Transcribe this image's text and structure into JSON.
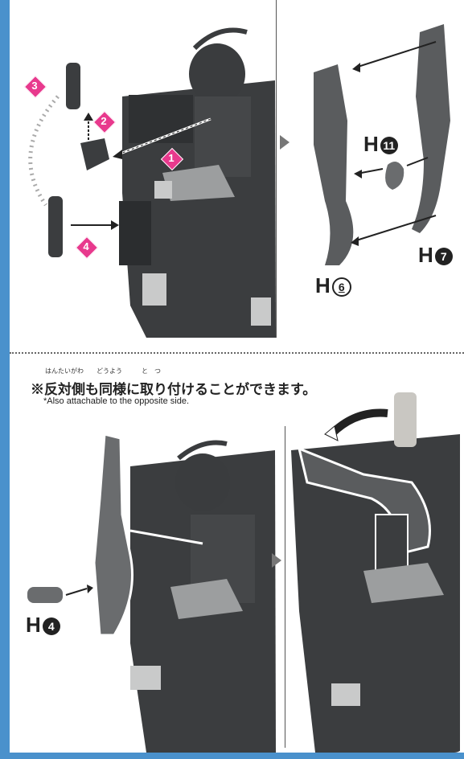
{
  "steps": {
    "s1": "1",
    "s2": "2",
    "s3": "3",
    "s4": "4"
  },
  "parts": {
    "h11_prefix": "H",
    "h11_num": "11",
    "h7_prefix": "H",
    "h7_num": "7",
    "h6_prefix": "H",
    "h6_num": "6",
    "h4_prefix": "H",
    "h4_num": "4"
  },
  "note": {
    "ruby": "はんたいがわ　　どうよう　　　と　つ",
    "jp": "※反対側も同様に取り付けることができます。",
    "en": "*Also attachable to the opposite side."
  },
  "colors": {
    "robot": "#3b3d3f",
    "robot_light": "#8d8f90",
    "part_outline": "#ffffff",
    "step_marker": "#e8398d",
    "frame": "#4a91cc"
  }
}
